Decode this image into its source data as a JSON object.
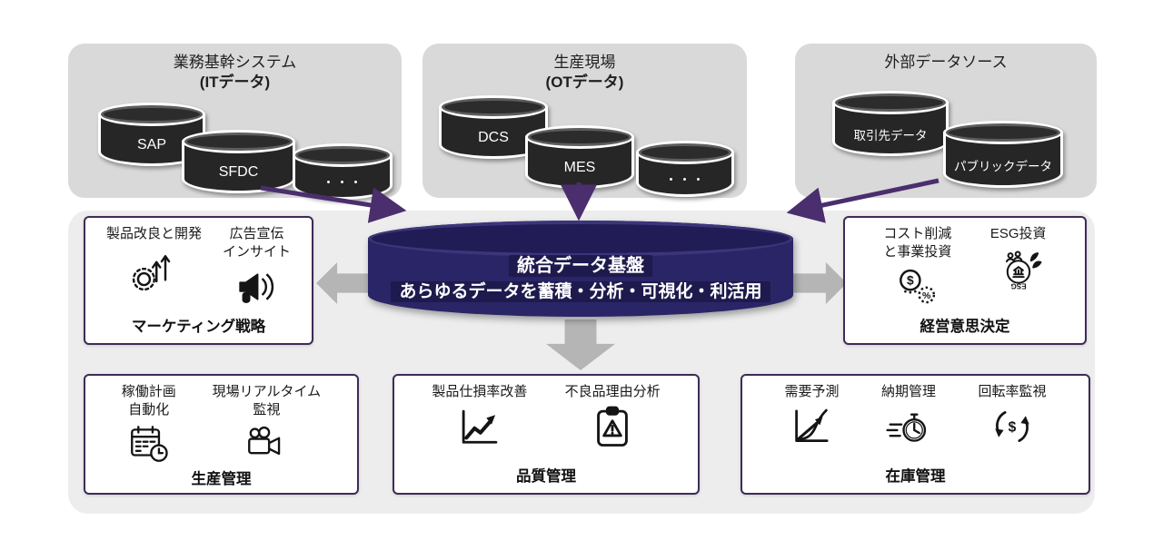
{
  "sources": {
    "it": {
      "title1": "業務基幹システム",
      "title2": "(ITデータ)",
      "db1": "SAP",
      "db2": "SFDC",
      "db3": "・・・"
    },
    "ot": {
      "title1": "生産現場",
      "title2": "(OTデータ)",
      "db1": "DCS",
      "db2": "MES",
      "db3": "・・・"
    },
    "external": {
      "title1": "外部データソース",
      "title2": "",
      "db1": "取引先データ",
      "db2": "パブリックデータ"
    }
  },
  "platform": {
    "title": "統合データ基盤",
    "subtitle": "あらゆるデータを蓄積・分析・可視化・利活用"
  },
  "usecases": {
    "marketing": {
      "item1": "製品改良と開発",
      "item2": "広告宣伝\nインサイト",
      "title": "マーケティング戦略"
    },
    "decision": {
      "item1": "コスト削減\nと事業投資",
      "item2": "ESG投資",
      "title": "経営意思決定"
    },
    "production": {
      "item1": "稼働計画\n自動化",
      "item2": "現場リアルタイム\n監視",
      "title": "生産管理"
    },
    "quality": {
      "item1": "製品仕損率改善",
      "item2": "不良品理由分析",
      "title": "品質管理"
    },
    "inventory": {
      "item1": "需要予測",
      "item2": "納期管理",
      "item3": "回転率監視",
      "title": "在庫管理"
    }
  },
  "glyphs": {
    "dollar": "$",
    "percent": "%",
    "esg": "ESG"
  },
  "colors": {
    "accent_purple": "#4b2e6e",
    "platform_navy": "#2a2566",
    "source_box_gray": "#d9d9d9",
    "panel_gray": "#ededed",
    "cylinder_dark": "#262626",
    "block_arrow_gray": "#b5b5b5",
    "usecase_border": "#3f2b56"
  }
}
